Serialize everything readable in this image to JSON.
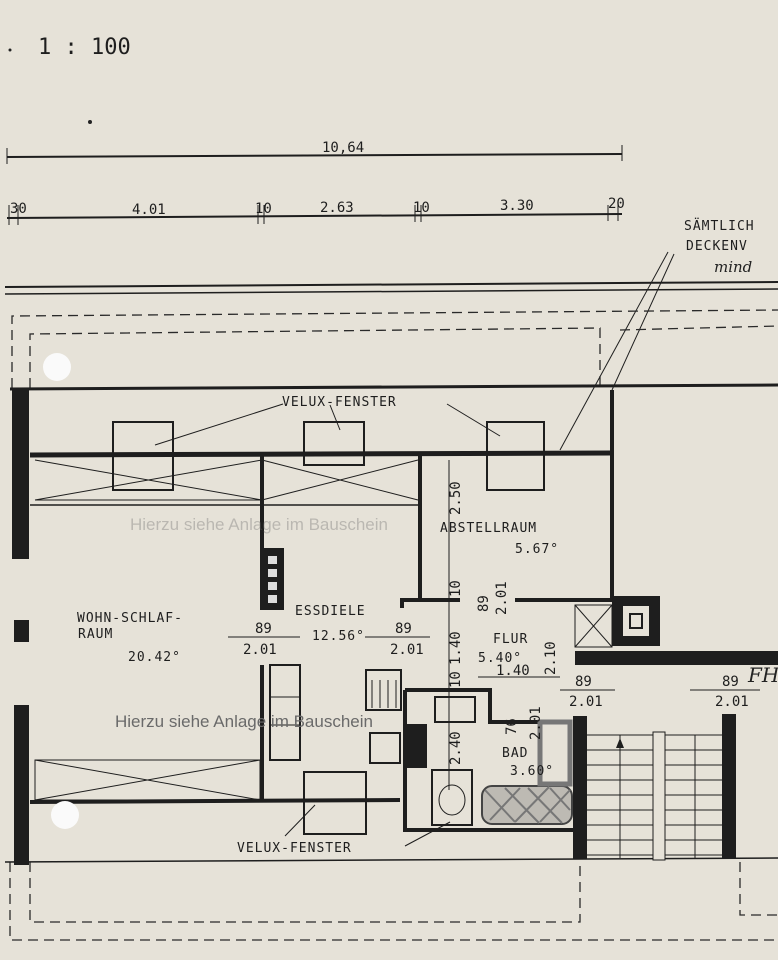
{
  "scale": "1 : 100",
  "dimensions": {
    "total": "10,64",
    "segments": [
      "30",
      "4.01",
      "10",
      "2.63",
      "10",
      "3.30",
      "20"
    ]
  },
  "note": {
    "line1": "SÄMTLICH",
    "line2": "DECKENV",
    "line3": "mind"
  },
  "windows_label_top": "VELUX-FENSTER",
  "windows_label_bottom": "VELUX-FENSTER",
  "rooms": [
    {
      "name": "WOHN-SCHLAF-",
      "name2": "RAUM",
      "area": "20.42°"
    },
    {
      "name": "ESSDIELE",
      "area": "12.56°"
    },
    {
      "name": "ABSTELLRAUM",
      "area": "5.67°"
    },
    {
      "name": "FLUR",
      "area": "5.40°"
    },
    {
      "name": "BAD",
      "area": "3.60°"
    }
  ],
  "doors": [
    {
      "width": "89",
      "height": "2.01"
    },
    {
      "width": "89",
      "height": "2.01"
    },
    {
      "width": "89",
      "height": "2.01"
    },
    {
      "width": "89",
      "height": "2.01"
    },
    {
      "width": "89",
      "height": "2.01"
    },
    {
      "width": "76",
      "height": "2.01"
    }
  ],
  "inner_dims": [
    "2.50",
    "10",
    "1.40",
    "10",
    "2.40",
    "1.40",
    "2.10"
  ],
  "stamp_text": "Hierzu siehe Anlage im Bauschein",
  "stamp_text_faded": "Hierzu siehe Anlage im Bauschein",
  "right_label": "FH"
}
